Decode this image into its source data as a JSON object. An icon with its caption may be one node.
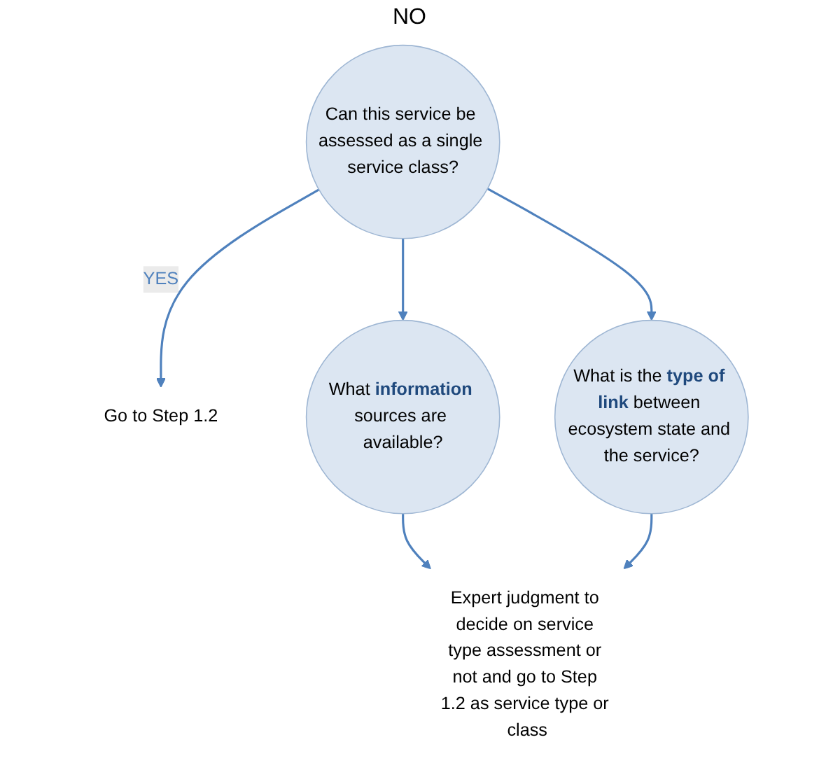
{
  "diagram": {
    "nodes": [
      {
        "text": [
          "Can this service be assessed as a single service class?"
        ]
      },
      {
        "text": [
          "Go to Step 1.2"
        ]
      },
      {
        "text": [
          "What **information** sources are available?"
        ]
      },
      {
        "text": [
          "What is the **type of link** between ecosystem state and the service?"
        ]
      },
      {
        "text": [
          "Expert judgment to decide on service type assessment or not and go to Step 1.2 as service type or class"
        ]
      }
    ],
    "edges": [
      {
        "from": 0,
        "to": 1,
        "arrow": "to",
        "label": "YES"
      },
      {
        "from": 0,
        "to": 2,
        "arrow": "to"
      },
      {
        "from": 0,
        "to": 3,
        "arrow": "to"
      },
      {
        "from": 2,
        "to": 4,
        "arrow": "to"
      },
      {
        "from": 3,
        "to": 4,
        "arrow": "to"
      }
    ],
    "labels": [
      "NO"
    ]
  }
}
